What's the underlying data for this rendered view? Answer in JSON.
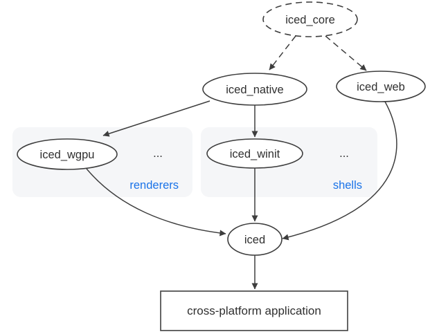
{
  "diagram": {
    "type": "dependency-graph",
    "nodes": {
      "iced_core": {
        "label": "iced_core",
        "shape": "dashed-ellipse"
      },
      "iced_native": {
        "label": "iced_native",
        "shape": "ellipse"
      },
      "iced_web": {
        "label": "iced_web",
        "shape": "ellipse"
      },
      "iced_wgpu": {
        "label": "iced_wgpu",
        "shape": "ellipse",
        "group": "renderers"
      },
      "iced_winit": {
        "label": "iced_winit",
        "shape": "ellipse",
        "group": "shells"
      },
      "iced": {
        "label": "iced",
        "shape": "ellipse"
      },
      "app": {
        "label": "cross-platform application",
        "shape": "rectangle"
      }
    },
    "groups": {
      "renderers": {
        "label": "renderers",
        "ellipsis": "..."
      },
      "shells": {
        "label": "shells",
        "ellipsis": "..."
      }
    },
    "edges": [
      {
        "from": "iced_core",
        "to": "iced_native",
        "style": "dashed"
      },
      {
        "from": "iced_core",
        "to": "iced_web",
        "style": "dashed"
      },
      {
        "from": "iced_native",
        "to": "iced_wgpu",
        "style": "solid"
      },
      {
        "from": "iced_native",
        "to": "iced_winit",
        "style": "solid"
      },
      {
        "from": "iced_wgpu",
        "to": "iced",
        "style": "solid"
      },
      {
        "from": "iced_winit",
        "to": "iced",
        "style": "solid"
      },
      {
        "from": "iced_web",
        "to": "iced",
        "style": "solid"
      },
      {
        "from": "iced",
        "to": "app",
        "style": "solid"
      }
    ],
    "colors": {
      "stroke": "#3d3d3d",
      "text": "#2f2f2f",
      "group_fill": "#f5f6f8",
      "group_label": "#1a73e8",
      "background": "#ffffff"
    }
  }
}
